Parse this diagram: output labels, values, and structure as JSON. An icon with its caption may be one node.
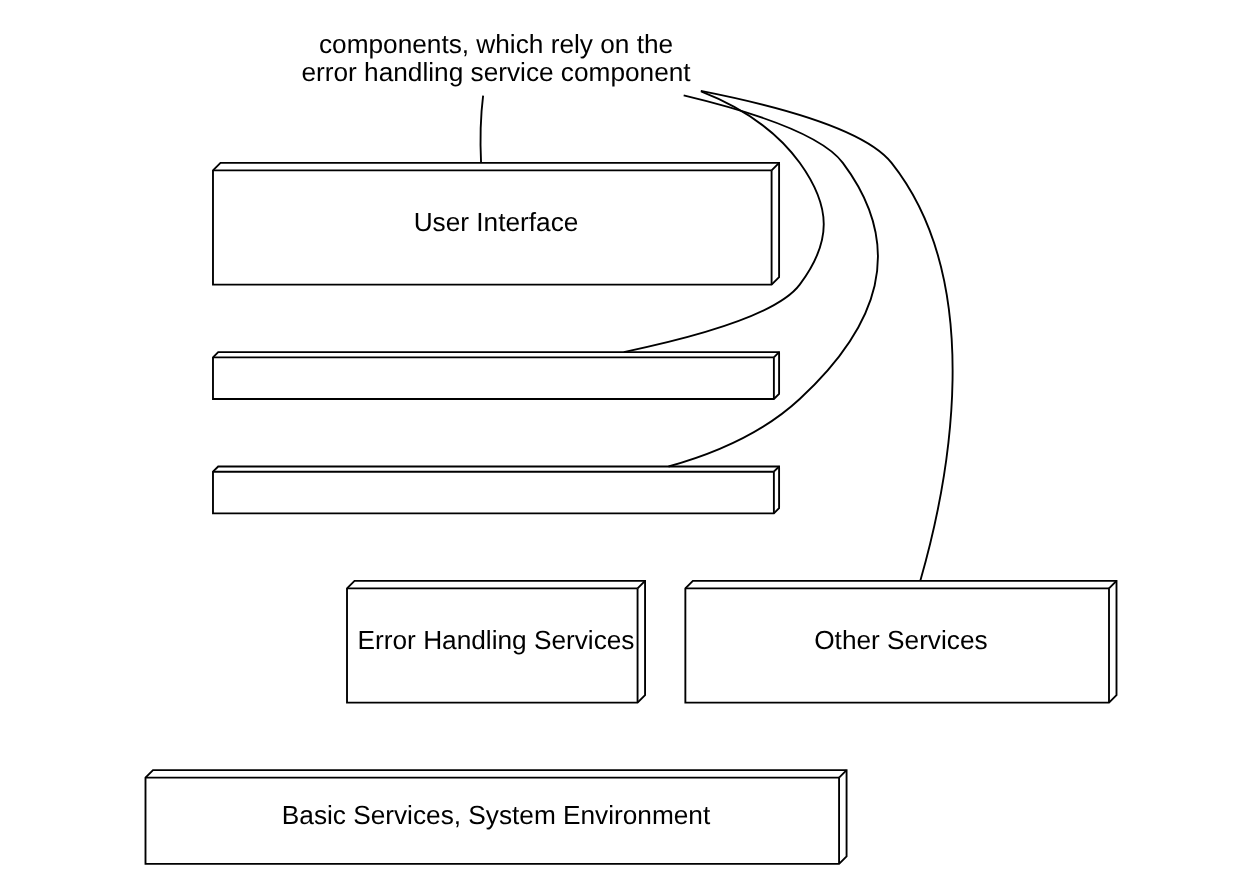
{
  "diagram": {
    "nodes": [
      {
        "text": [
          "components, which rely on the error handling service component"
        ]
      },
      {
        "text": [
          "User Interface"
        ]
      },
      {
        "text": [],
        "shape": "box"
      },
      {
        "text": [],
        "shape": "box"
      },
      {
        "text": [
          "Error Handling Services"
        ]
      },
      {
        "text": [
          "Other Services"
        ]
      },
      {
        "text": [
          "Basic Services, System Environment"
        ]
      }
    ],
    "edges": [
      {
        "from": 0,
        "to": 1,
        "arrow": "none"
      },
      {
        "from": 0,
        "to": 5,
        "arrow": "none"
      },
      {
        "from": 0,
        "to": 2,
        "arrow": "none"
      },
      {
        "from": 0,
        "to": 3,
        "arrow": "none"
      }
    ]
  }
}
